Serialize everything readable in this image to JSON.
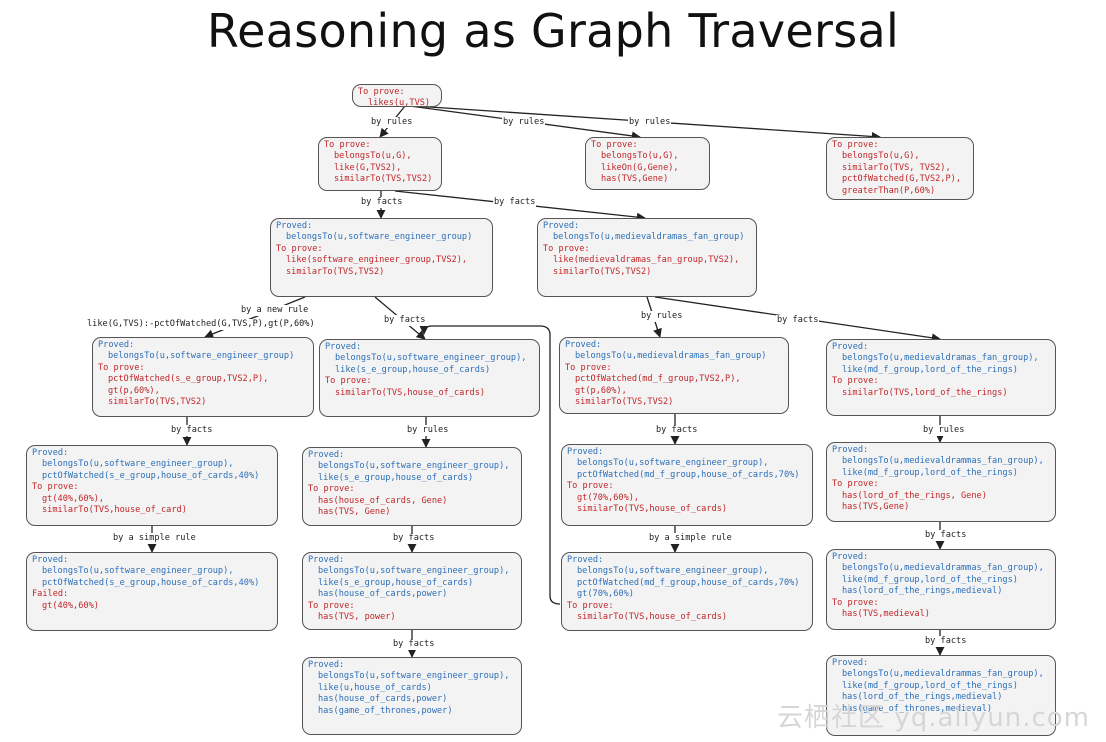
{
  "title": "Reasoning as Graph Traversal",
  "watermark": "云栖社区 yq.aliyun.com",
  "colors": {
    "proved": "#2c6fb8",
    "prove": "#c0262a",
    "border": "#555555",
    "node_bg": "#f3f3f3"
  },
  "nodes": {
    "n0": {
      "sections": [
        {
          "label": "To prove:",
          "color": "red",
          "items": [
            "likes(u,TVS)"
          ]
        }
      ]
    },
    "n1": {
      "sections": [
        {
          "label": "To prove:",
          "color": "red",
          "items": [
            "belongsTo(u,G),",
            "like(G,TVS2),",
            "similarTo(TVS,TVS2)"
          ]
        }
      ]
    },
    "n2": {
      "sections": [
        {
          "label": "To prove:",
          "color": "red",
          "items": [
            "belongsTo(u,G),",
            "likeOn(G,Gene),",
            "has(TVS,Gene)"
          ]
        }
      ]
    },
    "n3": {
      "sections": [
        {
          "label": "To prove:",
          "color": "red",
          "items": [
            "belongsTo(u,G),",
            "similarTo(TVS, TVS2),",
            "pctOfWatched(G,TVS2,P),",
            "greaterThan(P,60%)"
          ]
        }
      ]
    },
    "n4": {
      "sections": [
        {
          "label": "Proved:",
          "color": "blue",
          "items": [
            "belongsTo(u,software_engineer_group)"
          ]
        },
        {
          "label": "To prove:",
          "color": "red",
          "items": [
            "like(software_engineer_group,TVS2),",
            "similarTo(TVS,TVS2)"
          ]
        }
      ]
    },
    "n5": {
      "sections": [
        {
          "label": "Proved:",
          "color": "blue",
          "items": [
            "belongsTo(u,medievaldramas_fan_group)"
          ]
        },
        {
          "label": "To prove:",
          "color": "red",
          "items": [
            "like(medievaldramas_fan_group,TVS2),",
            "similarTo(TVS,TVS2)"
          ]
        }
      ]
    },
    "n6": {
      "sections": [
        {
          "label": "Proved:",
          "color": "blue",
          "items": [
            "belongsTo(u,software_engineer_group)"
          ]
        },
        {
          "label": "To prove:",
          "color": "red",
          "items": [
            "pctOfWatched(s_e_group,TVS2,P),",
            "gt(p,60%),",
            "similarTo(TVS,TVS2)"
          ]
        }
      ]
    },
    "n7": {
      "sections": [
        {
          "label": "Proved:",
          "color": "blue",
          "items": [
            "belongsTo(u,software_engineer_group),",
            "like(s_e_group,house_of_cards)"
          ]
        },
        {
          "label": "To prove:",
          "color": "red",
          "items": [
            "similarTo(TVS,house_of_cards)"
          ]
        }
      ]
    },
    "n8": {
      "sections": [
        {
          "label": "Proved:",
          "color": "blue",
          "items": [
            "belongsTo(u,medievaldramas_fan_group)"
          ]
        },
        {
          "label": "To prove:",
          "color": "red",
          "items": [
            "pctOfWatched(md_f_group,TVS2,P),",
            "gt(p,60%),",
            "similarTo(TVS,TVS2)"
          ]
        }
      ]
    },
    "n9": {
      "sections": [
        {
          "label": "Proved:",
          "color": "blue",
          "items": [
            "belongsTo(u,medievaldramas_fan_group),",
            "like(md_f_group,lord_of_the_rings)"
          ]
        },
        {
          "label": "To prove:",
          "color": "red",
          "items": [
            "similarTo(TVS,lord_of_the_rings)"
          ]
        }
      ]
    },
    "n10": {
      "sections": [
        {
          "label": "Proved:",
          "color": "blue",
          "items": [
            "belongsTo(u,software_engineer_group),",
            "pctOfWatched(s_e_group,house_of_cards,40%)"
          ]
        },
        {
          "label": "To prove:",
          "color": "red",
          "items": [
            "gt(40%,60%),",
            "similarTo(TVS,house_of_card)"
          ]
        }
      ]
    },
    "n11": {
      "sections": [
        {
          "label": "Proved:",
          "color": "blue",
          "items": [
            "belongsTo(u,software_engineer_group),",
            "like(s_e_group,house_of_cards)"
          ]
        },
        {
          "label": "To prove:",
          "color": "red",
          "items": [
            "has(house_of_cards, Gene)",
            "has(TVS, Gene)"
          ]
        }
      ]
    },
    "n12": {
      "sections": [
        {
          "label": "Proved:",
          "color": "blue",
          "items": [
            "belongsTo(u,software_engineer_group),",
            "pctOfWatched(md_f_group,house_of_cards,70%)"
          ]
        },
        {
          "label": "To prove:",
          "color": "red",
          "items": [
            "gt(70%,60%),",
            "similarTo(TVS,house_of_cards)"
          ]
        }
      ]
    },
    "n13": {
      "sections": [
        {
          "label": "Proved:",
          "color": "blue",
          "items": [
            "belongsTo(u,medievaldrammas_fan_group),",
            "like(md_f_group,lord_of_the_rings)"
          ]
        },
        {
          "label": "To prove:",
          "color": "red",
          "items": [
            "has(lord_of_the_rings, Gene)",
            "has(TVS,Gene)"
          ]
        }
      ]
    },
    "n14": {
      "sections": [
        {
          "label": "Proved:",
          "color": "blue",
          "items": [
            "belongsTo(u,software_engineer_group),",
            "pctOfWatched(s_e_group,house_of_cards,40%)"
          ]
        },
        {
          "label": "Failed:",
          "color": "red",
          "items": [
            "gt(40%,60%)"
          ]
        }
      ]
    },
    "n15": {
      "sections": [
        {
          "label": "Proved:",
          "color": "blue",
          "items": [
            "belongsTo(u,software_engineer_group),",
            "like(s_e_group,house_of_cards)",
            "has(house_of_cards,power)"
          ]
        },
        {
          "label": "To prove:",
          "color": "red",
          "items": [
            "has(TVS, power)"
          ]
        }
      ]
    },
    "n16": {
      "sections": [
        {
          "label": "Proved:",
          "color": "blue",
          "items": [
            "belongsTo(u,software_engineer_group),",
            "pctOfWatched(md_f_group,house_of_cards,70%)",
            "gt(70%,60%)"
          ]
        },
        {
          "label": "To prove:",
          "color": "red",
          "items": [
            "similarTo(TVS,house_of_cards)"
          ]
        }
      ]
    },
    "n17": {
      "sections": [
        {
          "label": "Proved:",
          "color": "blue",
          "items": [
            "belongsTo(u,medievaldrammas_fan_group),",
            "like(md_f_group,lord_of_the_rings)",
            "has(lord_of_the_rings,medieval)"
          ]
        },
        {
          "label": "To prove:",
          "color": "red",
          "items": [
            "has(TVS,medieval)"
          ]
        }
      ]
    },
    "n18": {
      "sections": [
        {
          "label": "Proved:",
          "color": "blue",
          "items": [
            "belongsTo(u,software_engineer_group),",
            "like(u,house_of_cards)",
            "has(house_of_cards,power)",
            "has(game_of_thrones,power)"
          ]
        }
      ]
    },
    "n19": {
      "sections": [
        {
          "label": "Proved:",
          "color": "blue",
          "items": [
            "belongsTo(u,medievaldrammas_fan_group),",
            "like(md_f_group,lord_of_the_rings)",
            "has(lord_of_the_rings,medieval)",
            "has(game_of_thrones,medieval)"
          ]
        }
      ]
    }
  },
  "edge_labels": {
    "e_rules_1": "by rules",
    "e_rules_2": "by rules",
    "e_rules_3": "by rules",
    "e_facts_4": "by facts",
    "e_facts_5": "by facts",
    "e_newrule": "by a new rule",
    "e_newrule_def": "like(G,TVS):-pctOfWatched(G,TVS,P),gt(P,60%)",
    "e_facts_7": "by facts",
    "e_rules_8": "by rules",
    "e_facts_9": "by facts",
    "e_facts_10": "by facts",
    "e_rules_11": "by rules",
    "e_facts_12": "by facts",
    "e_rules_13": "by rules",
    "e_simple_14": "by a simple rule",
    "e_facts_15": "by facts",
    "e_simple_16": "by a simple rule",
    "e_facts_17": "by facts",
    "e_facts_18": "by facts",
    "e_facts_19": "by facts"
  }
}
